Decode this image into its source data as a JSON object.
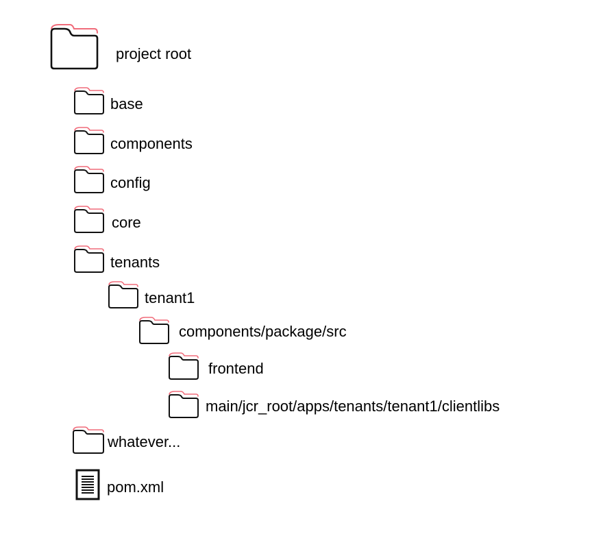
{
  "tree": {
    "root": {
      "label": "project root",
      "icon": "folder-icon"
    },
    "items": [
      {
        "label": "base",
        "icon": "folder-icon",
        "depth": 1
      },
      {
        "label": "components",
        "icon": "folder-icon",
        "depth": 1
      },
      {
        "label": "config",
        "icon": "folder-icon",
        "depth": 1
      },
      {
        "label": "core",
        "icon": "folder-icon",
        "depth": 1
      },
      {
        "label": "tenants",
        "icon": "folder-icon",
        "depth": 1
      },
      {
        "label": "tenant1",
        "icon": "folder-icon",
        "depth": 2
      },
      {
        "label": "components/package/src",
        "icon": "folder-icon",
        "depth": 3
      },
      {
        "label": "frontend",
        "icon": "folder-icon",
        "depth": 4
      },
      {
        "label": "main/jcr_root/apps/tenants/tenant1/clientlibs",
        "icon": "folder-icon",
        "depth": 4
      },
      {
        "label": "whatever...",
        "icon": "folder-icon",
        "depth": 1
      },
      {
        "label": "pom.xml",
        "icon": "file-icon",
        "depth": 1
      }
    ]
  },
  "colors": {
    "folder_stroke": "#111111",
    "folder_tab_accent": "#f06b7a",
    "text": "#000000"
  }
}
